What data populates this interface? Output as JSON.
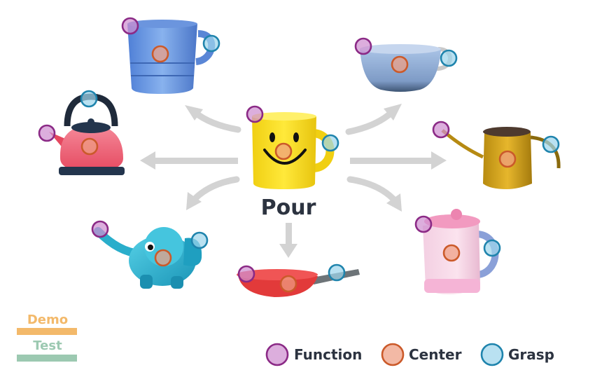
{
  "action": "Pour",
  "legend": {
    "items": [
      {
        "key": "function",
        "label": "Function",
        "color": "#8b2a86"
      },
      {
        "key": "center",
        "label": "Center",
        "color": "#cb5a2a"
      },
      {
        "key": "grasp",
        "label": "Grasp",
        "color": "#1f84ad"
      }
    ]
  },
  "split_legend": {
    "demo": {
      "label": "Demo",
      "color": "#f3b96a"
    },
    "test": {
      "label": "Test",
      "color": "#9cc9b1"
    }
  },
  "objects": [
    {
      "name": "smiley-mug",
      "role": "demo"
    },
    {
      "name": "blue-mug",
      "role": "test"
    },
    {
      "name": "teacup",
      "role": "test"
    },
    {
      "name": "kettle",
      "role": "test"
    },
    {
      "name": "gooseneck-kettle",
      "role": "test"
    },
    {
      "name": "elephant-watering-can",
      "role": "test"
    },
    {
      "name": "frying-pan",
      "role": "test"
    },
    {
      "name": "electric-kettle",
      "role": "test"
    }
  ]
}
